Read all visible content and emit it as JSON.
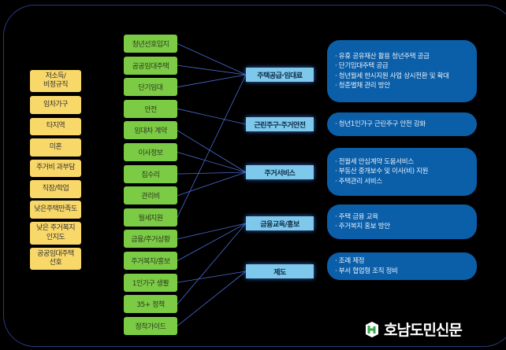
{
  "targets": [
    "저소득/\n비정규직",
    "임차가구",
    "타지역",
    "미혼",
    "주거비 과부담",
    "직장/학업",
    "낮은주택만족도",
    "낮은 주거복지\n인지도",
    "공공임대주택\n선호"
  ],
  "needs": [
    "청년선호입지",
    "공공임대주택",
    "단기임대",
    "안전",
    "임대차 계약",
    "이사정보",
    "집수리",
    "관리비",
    "월세지원",
    "금융/주거상황",
    "주거복지/홍보",
    "1인가구 생활",
    "35+ 정책",
    "정착가이드"
  ],
  "categories": [
    "주택공급·임대료",
    "근린주구·주거안전",
    "주거서비스",
    "금융교육/홍보",
    "제도"
  ],
  "policies": [
    [
      "· 유휴 공유재산 활용 청년주택 공급",
      "· 단기임대주택 공급",
      "· 청년월세 한시지원 사업 상시전환 및 확대",
      "· 청춘별채 관리 방안"
    ],
    [
      "· 청년1인가구 근린주구 안전 강화"
    ],
    [
      "· 전월세 안심계약 도움서비스",
      "· 부동산 중개보수 및 이사(비) 지원",
      "· 주택관리 서비스"
    ],
    [
      "· 주택 금융 교육",
      "· 주거복지 홍보 방안"
    ],
    [
      "· 조례 제정",
      "· 부서 협업형 조직 정비"
    ]
  ],
  "logo": "호남도민신문",
  "colors": {
    "target": "#f9d86a",
    "need": "#7ccb45",
    "category": "#7ec8ec",
    "policy": "#0b5ea8",
    "line": "#4a6bd0"
  }
}
